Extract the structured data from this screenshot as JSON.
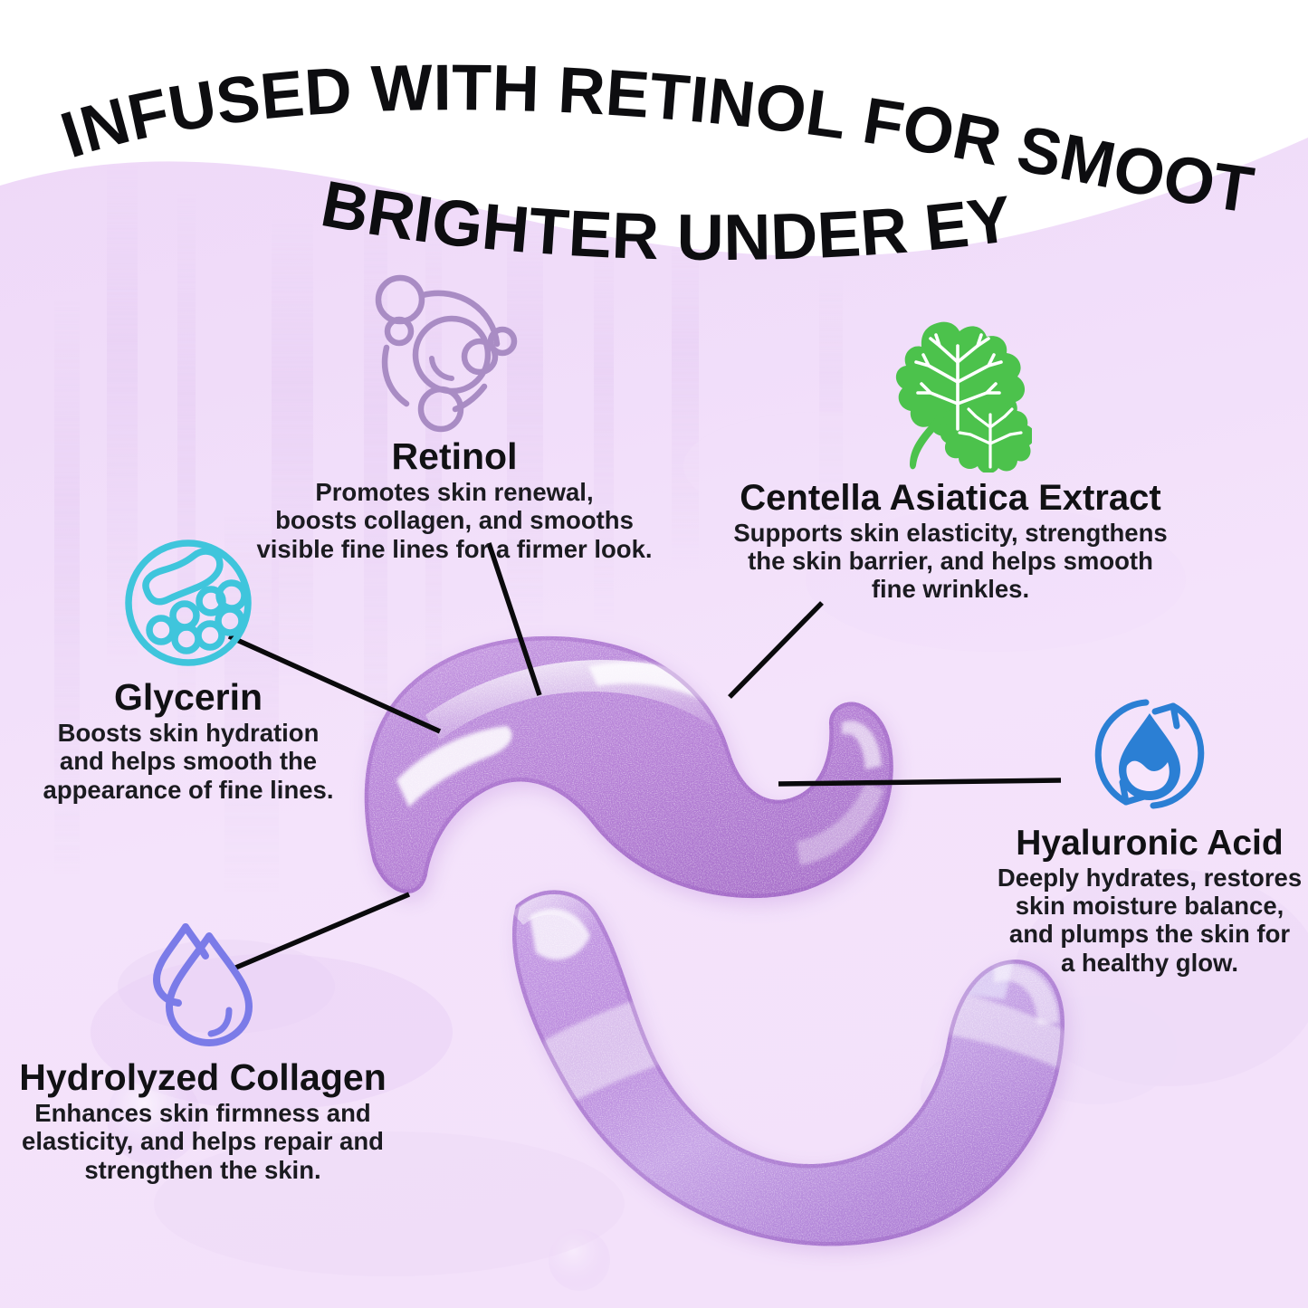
{
  "headline": {
    "line1": "INFUSED WITH RETINOL FOR SMOOTHER",
    "line2": "BRIGHTER UNDER EYES"
  },
  "colors": {
    "background_white": "#ffffff",
    "background_lavender": "#eed9f7",
    "background_lavender_light": "#f5e4fb",
    "headline_text": "#0d0d10",
    "body_text": "#1b1b20",
    "connector_line": "#0a0a0c",
    "retinol_icon": "#a98cc4",
    "centella_icon": "#4cc24c",
    "glycerin_icon": "#3fc5dc",
    "hyaluronic_icon": "#2b7fd4",
    "collagen_icon": "#7b7be8",
    "patch_purple": "#b47fd4",
    "patch_purple_light": "#c99ee0"
  },
  "ingredients": [
    {
      "id": "retinol",
      "icon": "molecule-bubbles-icon",
      "name": "Retinol",
      "description_lines": [
        "Promotes skin renewal,",
        "boosts collagen, and smooths",
        "visible fine lines for a firmer look."
      ]
    },
    {
      "id": "centella",
      "icon": "centella-leaf-icon",
      "name": "Centella Asiatica Extract",
      "description_lines": [
        "Supports skin elasticity, strengthens",
        "the skin barrier, and helps smooth",
        "fine wrinkles."
      ]
    },
    {
      "id": "glycerin",
      "icon": "hydration-cells-circle-icon",
      "name": "Glycerin",
      "description_lines": [
        "Boosts skin hydration",
        "and helps smooth the",
        "appearance of fine lines."
      ]
    },
    {
      "id": "hyaluronic",
      "icon": "water-drop-cycle-icon",
      "name": "Hyaluronic Acid",
      "description_lines": [
        "Deeply hydrates, restores",
        "skin moisture balance,",
        "and plumps the skin for",
        "a healthy glow."
      ]
    },
    {
      "id": "collagen",
      "icon": "double-water-drop-icon",
      "name": "Hydrolyzed Collagen",
      "description_lines": [
        "Enhances skin firmness and",
        "elasticity, and helps repair and",
        "strengthen the skin."
      ]
    }
  ],
  "product": {
    "upper_patch": "gel-eye-patch-upper",
    "lower_patch": "gel-eye-patch-lower"
  }
}
